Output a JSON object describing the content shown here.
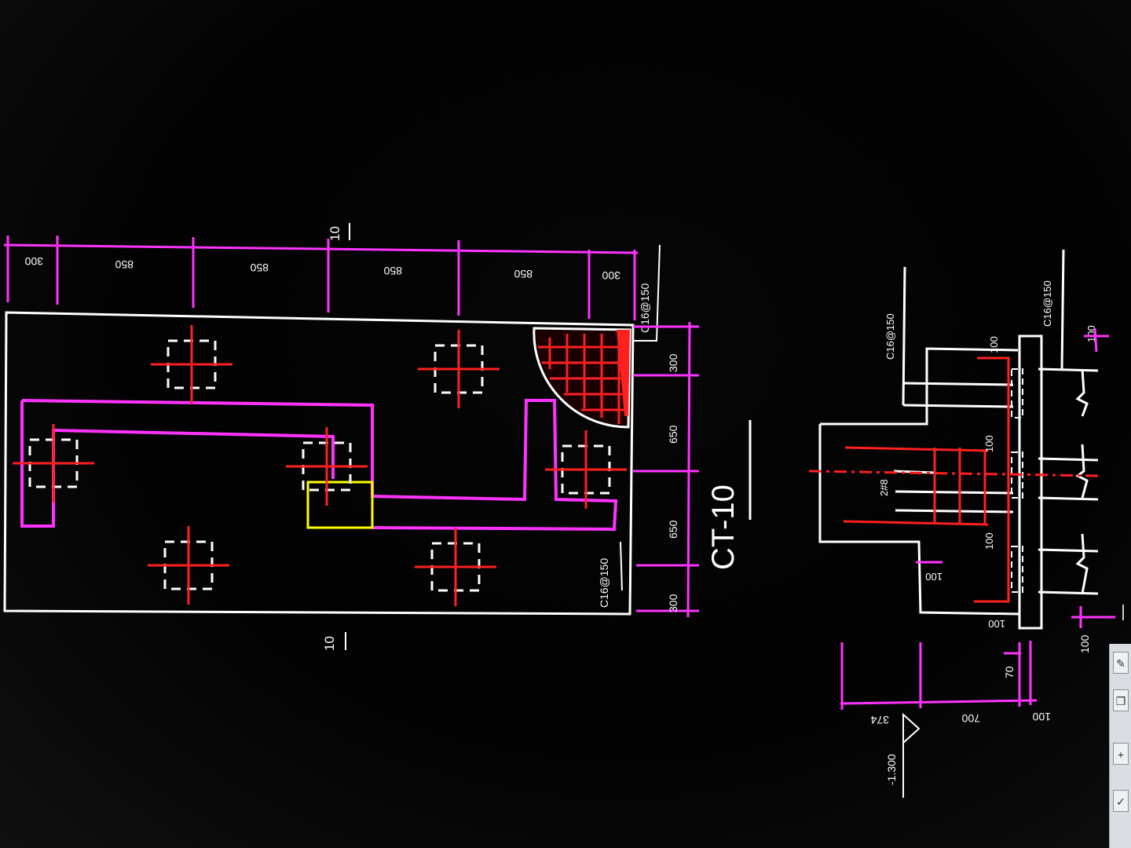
{
  "colors": {
    "background": "#000000",
    "outline": "#ffffff",
    "dimension": "#ff33ff",
    "rebar": "#ff2020",
    "highlight": "#ffff00"
  },
  "plan": {
    "title": "CT-10",
    "section_mark_top": "10",
    "section_mark_bottom": "10",
    "rebar_label_top": "C16@150",
    "rebar_label_bottom": "C16@150",
    "top_dims": [
      "300",
      "850",
      "850",
      "850",
      "850",
      "300"
    ],
    "right_dims": [
      "300",
      "650",
      "650",
      "300"
    ]
  },
  "section": {
    "rebar_label_left": "C16@150",
    "rebar_label_right": "C16@150",
    "stirrup_label": "2#8",
    "label_100_a": "100",
    "label_100_b": "100",
    "label_100_c": "100",
    "label_100_d": "100",
    "label_100_e": "100",
    "label_100_f": "100",
    "dim_374": "374",
    "dim_700": "700",
    "dim_100": "100",
    "dim_70": "70",
    "elevation": "-1.300"
  },
  "toolbar": {
    "tools": [
      "pencil-icon",
      "copy-icon",
      "plus-icon",
      "check-icon"
    ]
  }
}
